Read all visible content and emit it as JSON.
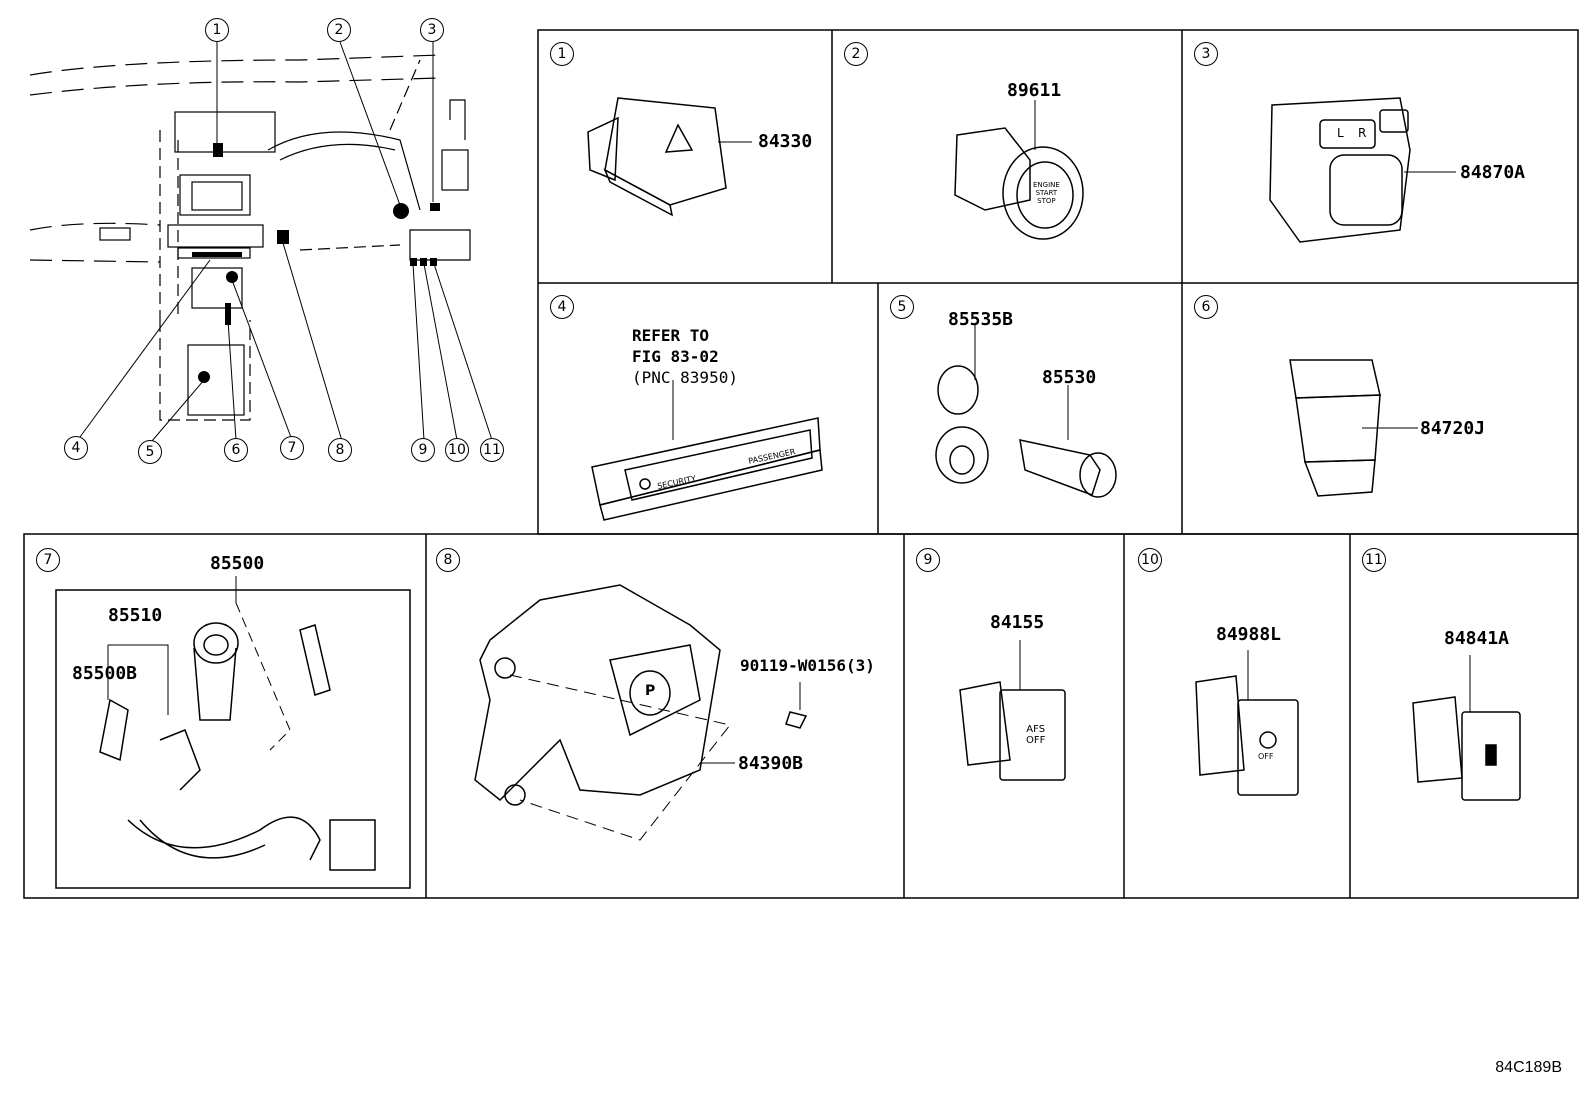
{
  "overview": {
    "callouts": [
      "1",
      "2",
      "3",
      "4",
      "5",
      "6",
      "7",
      "8",
      "9",
      "10",
      "11"
    ]
  },
  "panels": [
    {
      "number": "1",
      "parts": [
        "84330"
      ]
    },
    {
      "number": "2",
      "parts": [
        "89611"
      ]
    },
    {
      "number": "3",
      "parts": [
        "84870A"
      ]
    },
    {
      "number": "4",
      "note": [
        "REFER TO",
        "FIG 83-02",
        "(PNC 83950)"
      ]
    },
    {
      "number": "5",
      "parts": [
        "85535B",
        "85530"
      ]
    },
    {
      "number": "6",
      "parts": [
        "84720J"
      ]
    },
    {
      "number": "7",
      "parts": [
        "85500",
        "85510",
        "85500B"
      ]
    },
    {
      "number": "8",
      "parts": [
        "90119-W0156(3)",
        "84390B"
      ]
    },
    {
      "number": "9",
      "parts": [
        "84155"
      ]
    },
    {
      "number": "10",
      "parts": [
        "84988L"
      ]
    },
    {
      "number": "11",
      "parts": [
        "84841A"
      ]
    }
  ],
  "switch_labels": {
    "start": [
      "ENGINE",
      "START",
      "STOP"
    ],
    "mirror": [
      "L",
      "R"
    ],
    "security": "SECURITY",
    "passenger": "PASSENGER",
    "afs": [
      "AFS",
      "OFF"
    ],
    "off": "OFF",
    "parking": "P"
  },
  "figure_code": "84C189B"
}
